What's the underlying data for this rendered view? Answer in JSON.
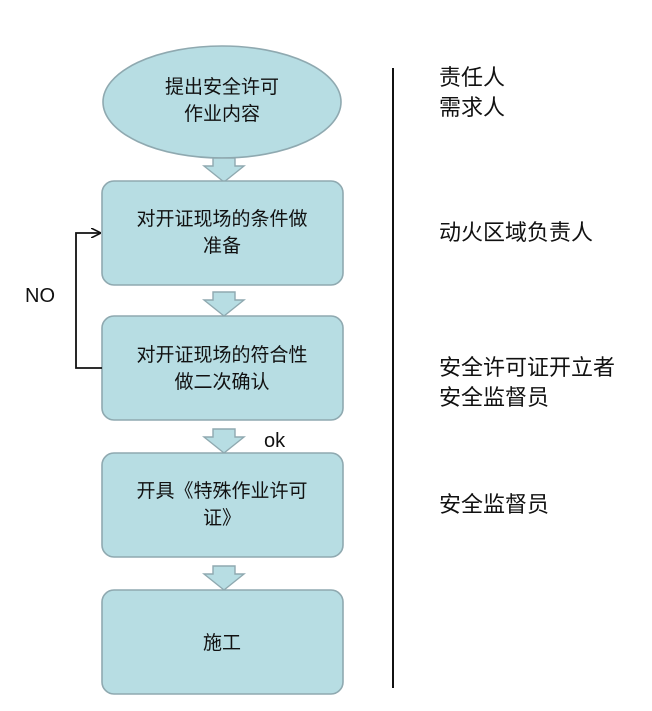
{
  "flow": {
    "step1": {
      "line1": "提出安全许可",
      "line2": "作业内容"
    },
    "step2": {
      "line1": "对开证现场的条件做",
      "line2": "准备"
    },
    "step3": {
      "line1": "对开证现场的符合性",
      "line2": "做二次确认"
    },
    "step4": {
      "line1": "开具《特殊作业许可",
      "line2": "证》"
    },
    "step5": {
      "line1": "施工"
    },
    "edge_labels": {
      "no": "NO",
      "ok": "ok"
    }
  },
  "roles": {
    "r1": {
      "line1": "责任人",
      "line2": "需求人"
    },
    "r2": {
      "line1": "动火区域负责人"
    },
    "r3": {
      "line1": "安全许可证开立者",
      "line2": "安全监督员"
    },
    "r4": {
      "line1": "安全监督员"
    }
  },
  "colors": {
    "node_fill": "#b7dde3",
    "node_stroke": "#8fa9b0",
    "line": "#111111"
  }
}
